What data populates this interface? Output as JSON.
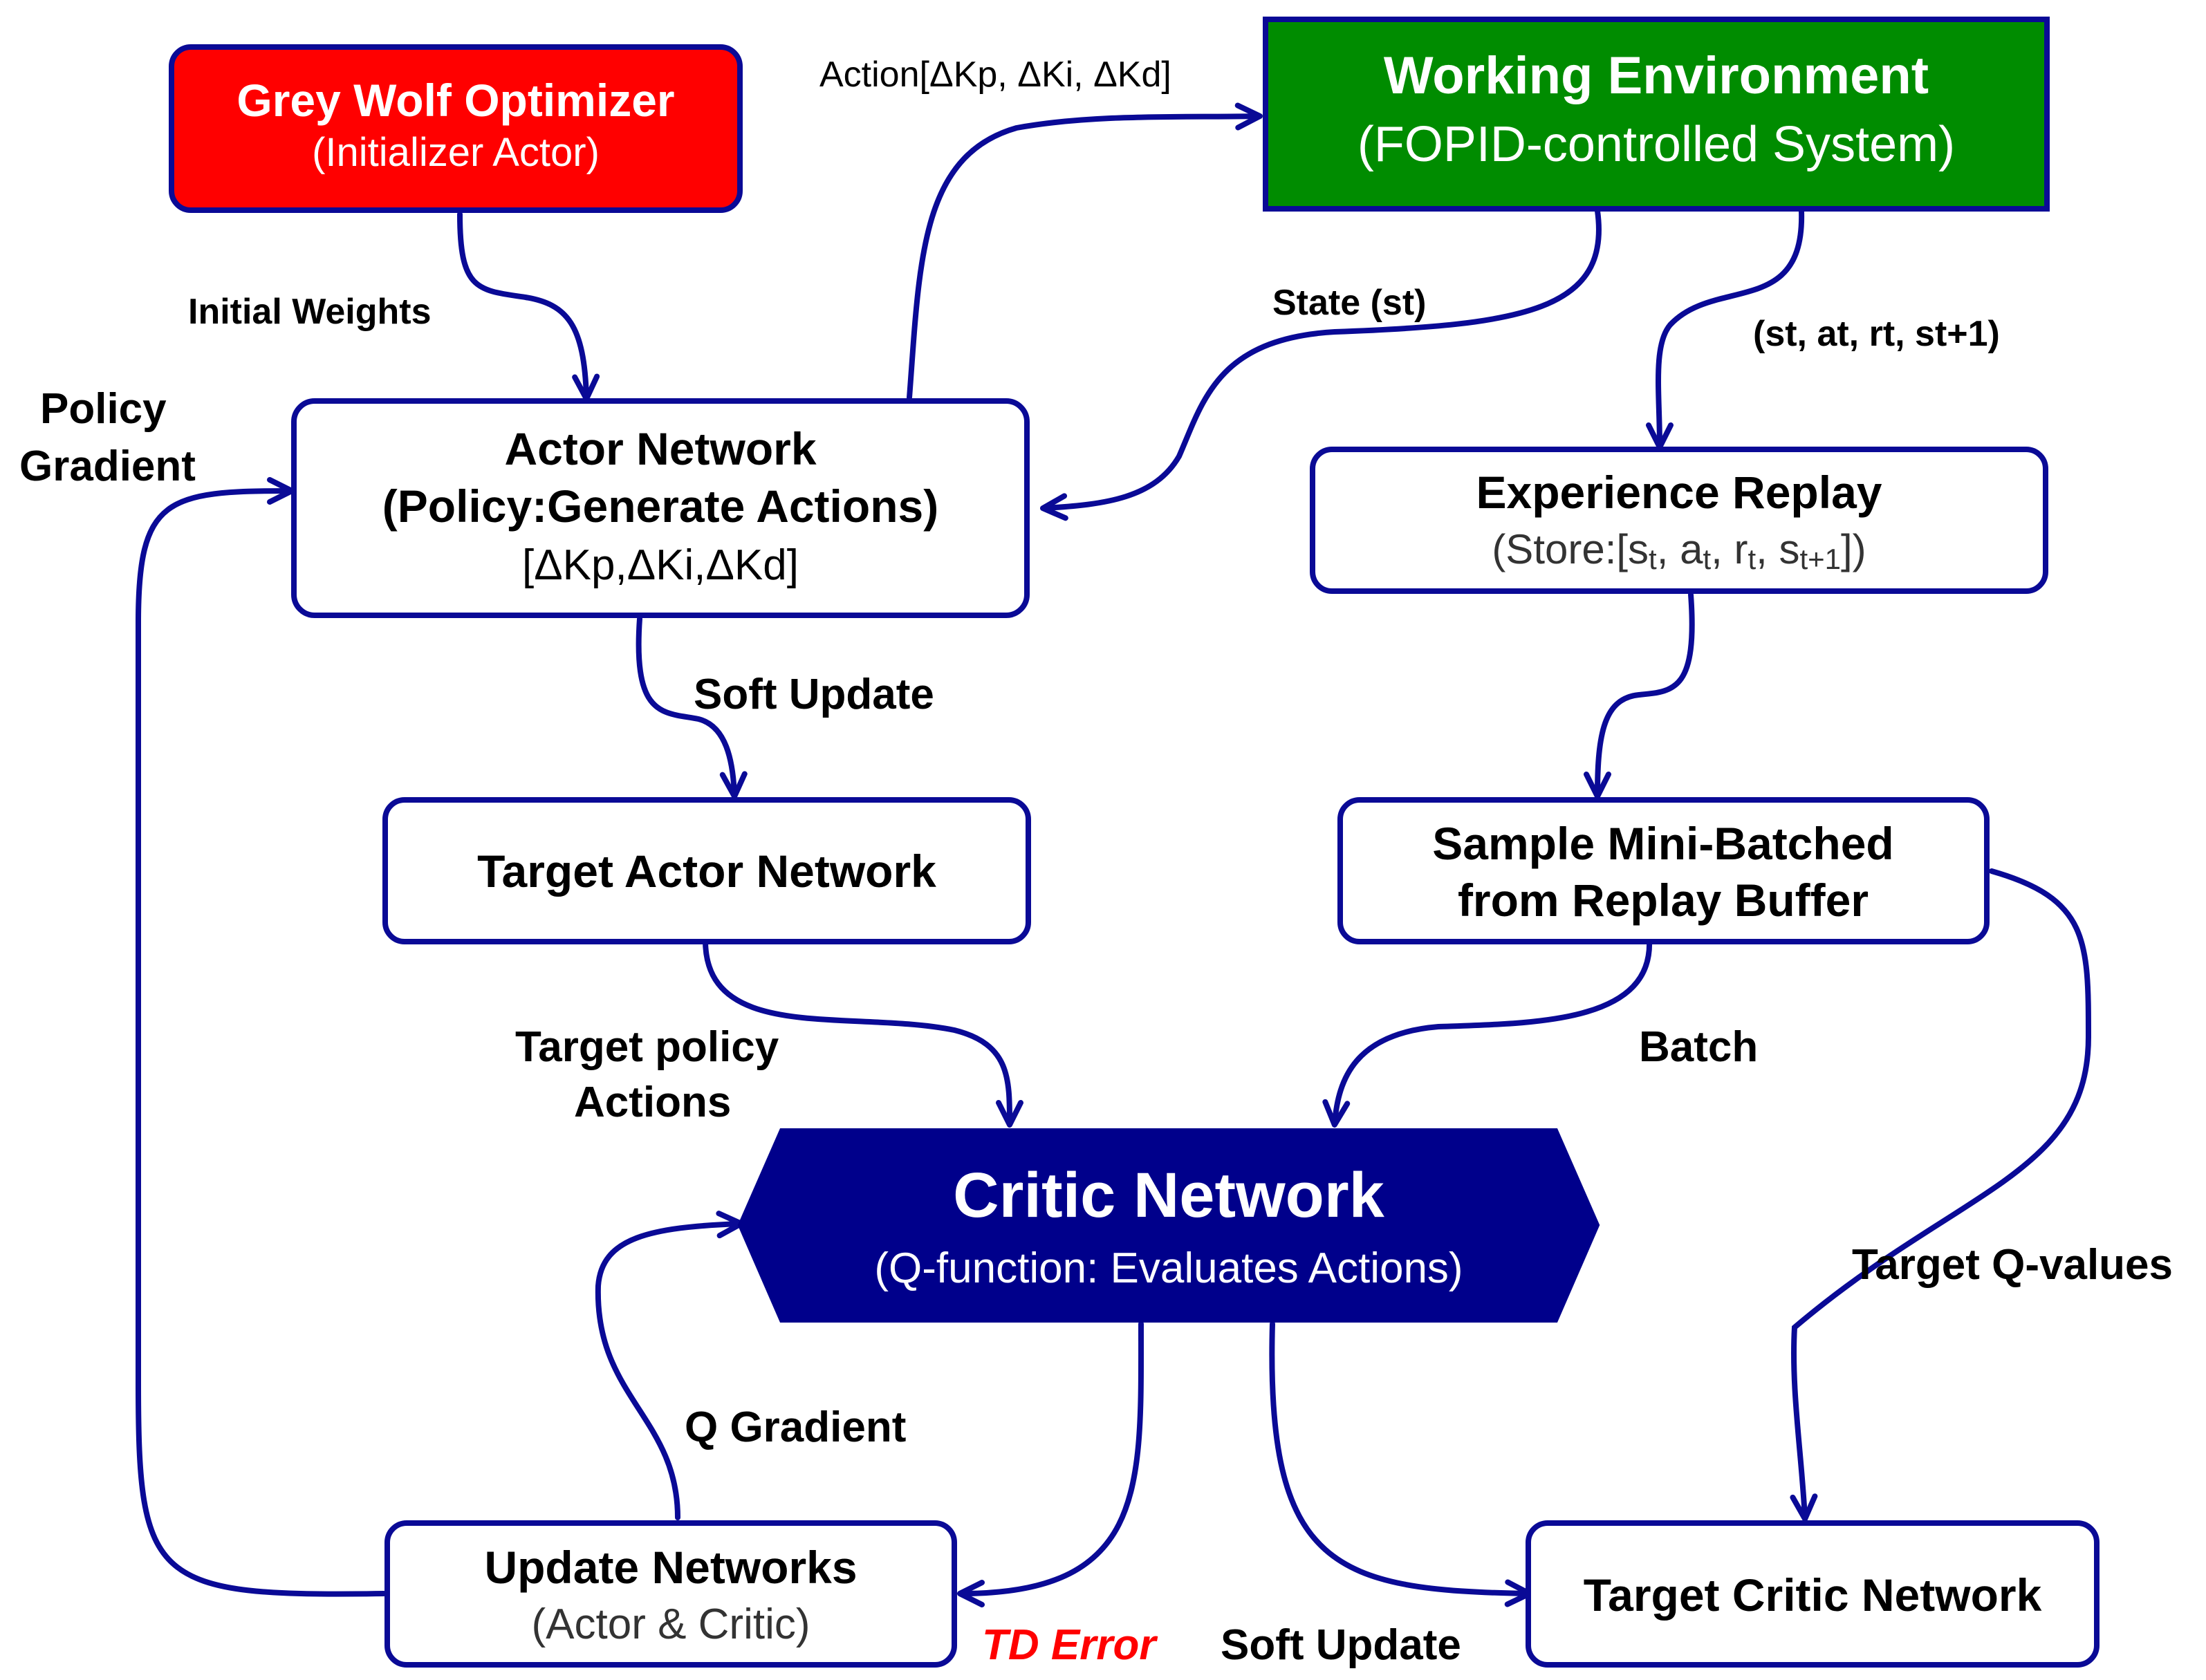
{
  "nodes": {
    "gwo": {
      "title": "Grey Wolf Optimizer",
      "subtitle": "(Initializer Actor)",
      "fill": "#ff0000",
      "stroke": "#0a0a96",
      "text_color": "#ffffff"
    },
    "env": {
      "title": "Working Environment",
      "subtitle": "(FOPID-controlled System)",
      "fill": "#008c00",
      "stroke": "#0a0a96",
      "text_color": "#ffffff"
    },
    "actor": {
      "title": "Actor Network",
      "line2": "(Policy:Generate Actions)",
      "line3": "[ΔKp,ΔKi,ΔKd]"
    },
    "replay": {
      "title": "Experience Replay",
      "subtitle_parts": [
        "(Store:[",
        "s",
        "t",
        ", ",
        "a",
        "t",
        ", ",
        "r",
        "t",
        ", ",
        "s",
        "t+1",
        "])"
      ]
    },
    "target_actor": {
      "title": "Target Actor Network"
    },
    "sample": {
      "line1": "Sample Mini-Batched",
      "line2": "from Replay Buffer"
    },
    "critic": {
      "title": "Critic Network",
      "subtitle": "(Q-function: Evaluates Actions)",
      "fill": "#00008b",
      "text_color": "#ffffff"
    },
    "update": {
      "title": "Update Networks",
      "subtitle": "(Actor & Critic)"
    },
    "target_critic": {
      "title": "Target Critic Network"
    }
  },
  "edges": {
    "initial_weights": "Initial Weights",
    "action": "Action[ΔKp, ΔKi, ΔKd]",
    "state": "State (st)",
    "transition": "(st, at, rt, st+1)",
    "policy_gradient_1": "Policy",
    "policy_gradient_2": "Gradient",
    "soft_update_actor": "Soft Update",
    "target_policy_1": "Target policy",
    "target_policy_2": "Actions",
    "batch": "Batch",
    "target_q": "Target Q-values",
    "q_gradient": "Q Gradient",
    "td_error": "TD Error",
    "soft_update_critic": "Soft Update"
  },
  "colors": {
    "arrow": "#0a0a96",
    "box_stroke": "#0a0a96",
    "td_error": "#ff0000"
  }
}
